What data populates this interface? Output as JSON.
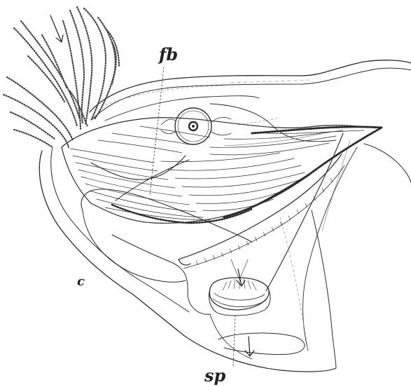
{
  "labels": {
    "fb": "fb",
    "sp": "sp",
    "c": "c"
  },
  "colors": {
    "ink": "#2b2b2b",
    "light_ink": "#8a8a8a",
    "paper": "#ffffff",
    "stipple": "#444444"
  },
  "icons": {
    "flow_arrow_top": "arrow-down-icon",
    "flow_arrow_middle": "arrow-down-icon",
    "flow_arrow_bottom": "arrow-down-icon"
  }
}
